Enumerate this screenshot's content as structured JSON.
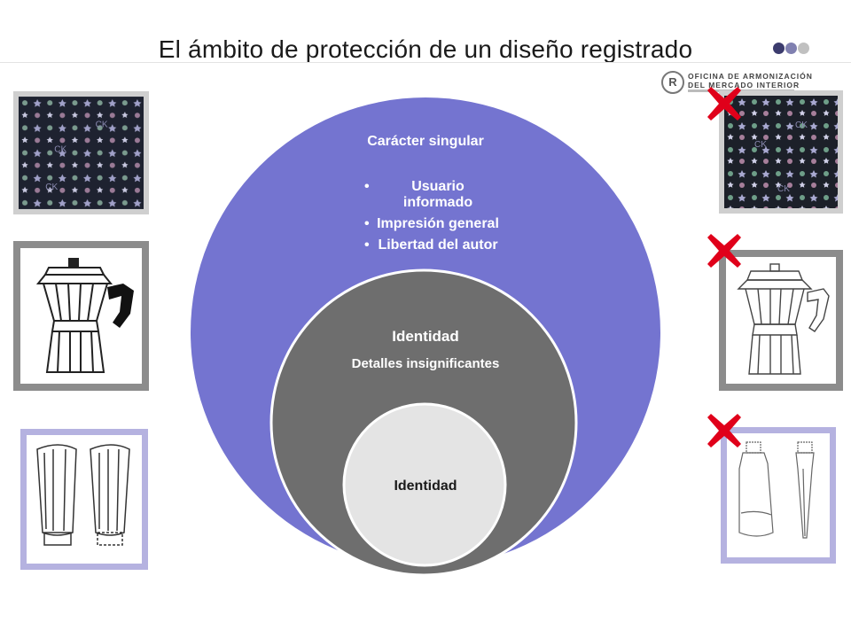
{
  "title": "El ámbito de protección de un diseño registrado",
  "logo": {
    "line1": "OFICINA DE ARMONIZACIÓN",
    "line2": "DEL MERCADO INTERIOR",
    "emblem_letter": "R"
  },
  "diagram": {
    "outer": {
      "title": "Carácter singular",
      "bullets": [
        "Usuario informado",
        "Impresión general",
        "Libertad del autor"
      ],
      "color": "#7474d0"
    },
    "middle": {
      "title": "Identidad",
      "subtitle": "Detalles insignificantes",
      "color": "#6e6e6e"
    },
    "inner": {
      "title": "Identidad",
      "color": "#e4e4e4"
    }
  },
  "accent_colors": {
    "dot_dark": "#3c3c6e",
    "dot_mid": "#8080b0",
    "dot_light": "#c0c0c0",
    "cross": "#e0001a"
  },
  "icons": {
    "cross": "cross-icon"
  },
  "fabric_text": "CK"
}
